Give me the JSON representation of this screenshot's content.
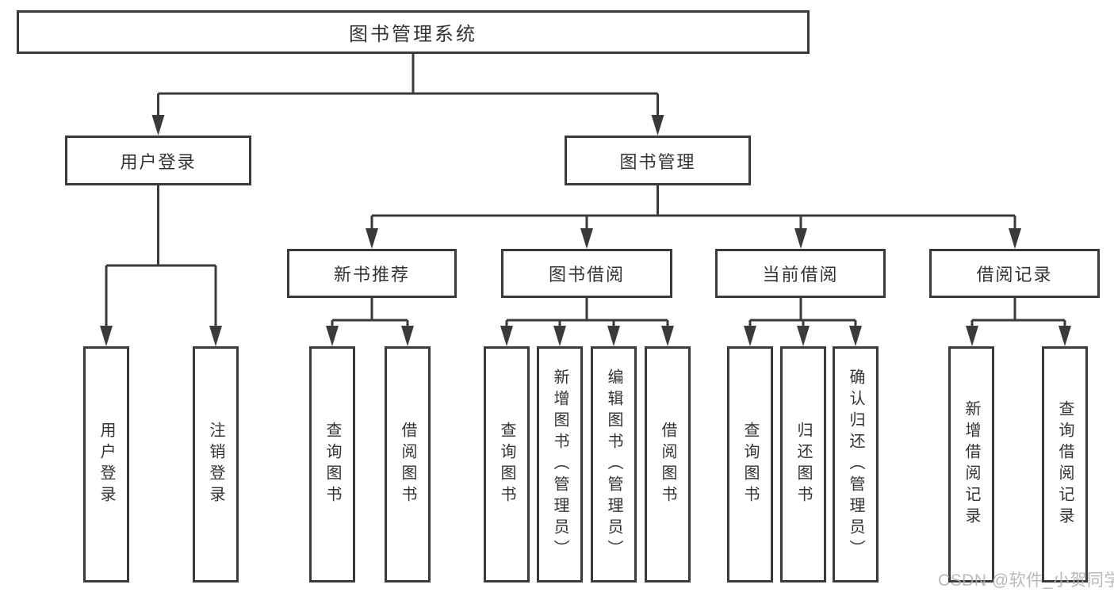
{
  "diagram": {
    "title_node": "图书管理系统",
    "branches": [
      {
        "label": "用户登录",
        "children": [
          {
            "label": "用户登录"
          },
          {
            "label": "注销登录"
          }
        ]
      },
      {
        "label": "图书管理",
        "children": [
          {
            "label": "新书推荐",
            "children": [
              {
                "label": "查询图书"
              },
              {
                "label": "借阅图书"
              }
            ]
          },
          {
            "label": "图书借阅",
            "children": [
              {
                "label": "查询图书"
              },
              {
                "label": "新增图书（管理员）"
              },
              {
                "label": "编辑图书（管理员）"
              },
              {
                "label": "借阅图书"
              }
            ]
          },
          {
            "label": "当前借阅",
            "children": [
              {
                "label": "查询图书"
              },
              {
                "label": "归还图书"
              },
              {
                "label": "确认归还（管理员）"
              }
            ]
          },
          {
            "label": "借阅记录",
            "children": [
              {
                "label": "新增借阅记录"
              },
              {
                "label": "查询借阅记录"
              }
            ]
          }
        ]
      }
    ]
  },
  "watermark": {
    "text": "CSDN @软件_小贺同学"
  },
  "colors": {
    "line": "#3a3a3a",
    "text": "#333333",
    "box_background": "#ffffff",
    "page_background": "#ffffff",
    "watermark": "#b0b0b0"
  }
}
